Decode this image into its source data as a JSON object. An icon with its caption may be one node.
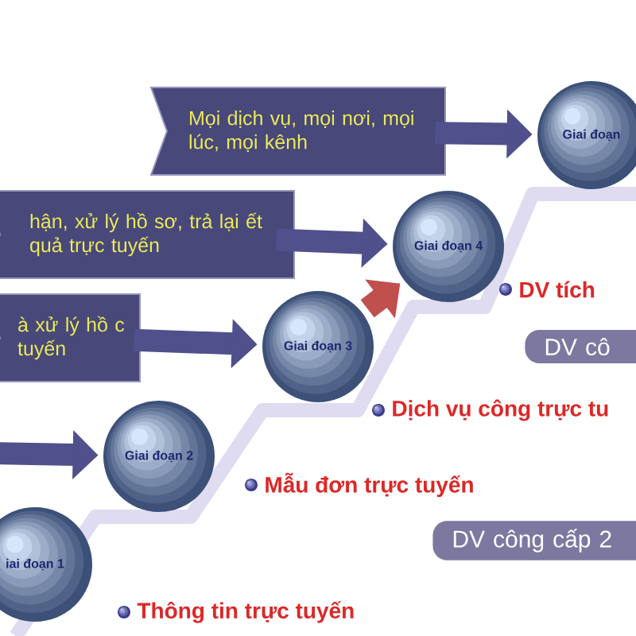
{
  "diagram": {
    "nodes": [
      {
        "text": [
          "Mọi dịch vụ, mọi nơi, mọi lúc, mọi kênh"
        ]
      },
      {
        "text": [
          "hận, xử lý hồ sơ, trả lại ết quả trực tuyến"
        ]
      },
      {
        "text": [
          "à  xử lý hồ c tuyến"
        ]
      },
      {
        "text": [
          "iai đoạn 1"
        ]
      },
      {
        "text": [
          "Giai đoạn 2"
        ]
      },
      {
        "text": [
          "Giai đoạn 3"
        ]
      },
      {
        "text": [
          "Giai đoạn 4"
        ]
      },
      {
        "text": [
          "Giai đoạn"
        ]
      },
      {
        "text": [
          "DV cô"
        ]
      },
      {
        "text": [
          "DV công cấp 2"
        ]
      }
    ],
    "edges": [
      {
        "from": 0,
        "to": 7,
        "arrow": "to"
      },
      {
        "from": 1,
        "to": 6,
        "arrow": "to"
      },
      {
        "from": 2,
        "to": 5,
        "arrow": "to"
      },
      {
        "from": null,
        "to": 4,
        "arrow": "to"
      },
      {
        "from": 5,
        "to": 6,
        "arrow": "to",
        "color": "#c0504d"
      }
    ],
    "labels": [
      "DV tích",
      "Dịch vụ công trực tu",
      "Mẫu đơn trực tuyến",
      "Thông tin trực tuyến"
    ]
  }
}
